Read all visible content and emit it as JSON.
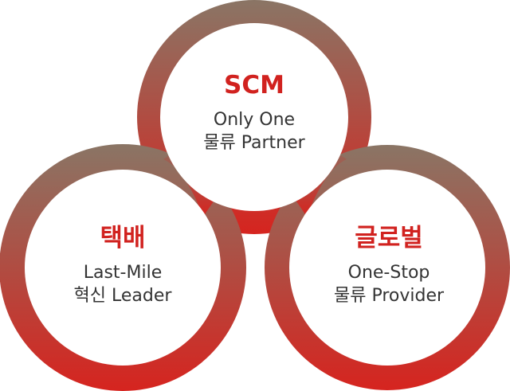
{
  "colors": {
    "gradient_top": "#8a7565",
    "gradient_bottom": "#d6241f",
    "title": "#d1221f",
    "text": "#333333",
    "inner": "#ffffff"
  },
  "circles": [
    {
      "id": "scm",
      "title": "SCM",
      "lines": [
        "Only One",
        "물류 Partner"
      ]
    },
    {
      "id": "parcel",
      "title": "택배",
      "lines": [
        "Last-Mile",
        "혁신 Leader"
      ]
    },
    {
      "id": "global",
      "title": "글로벌",
      "lines": [
        "One-Stop",
        "물류 Provider"
      ]
    }
  ]
}
